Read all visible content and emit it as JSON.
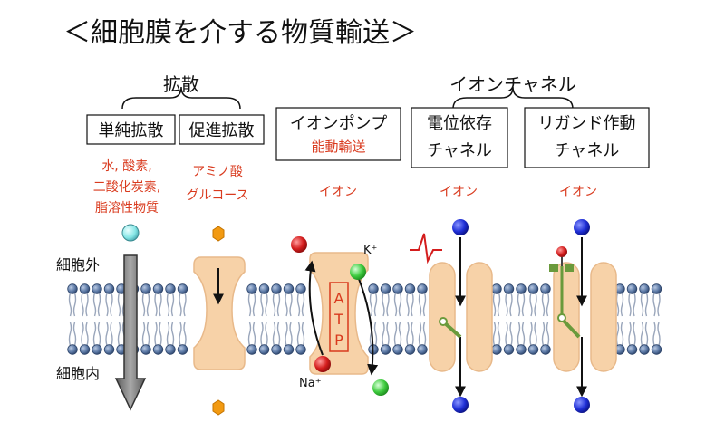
{
  "title": "＜細胞膜を介する物質輸送＞",
  "diffusion_group": "拡散",
  "channel_group": "イオンチャネル",
  "boxes": {
    "simple": "単純拡散",
    "facilitated": "促進拡散",
    "pump_line1": "イオンポンプ",
    "pump_line2": "能動輸送",
    "voltage_line1": "電位依存",
    "voltage_line2": "チャネル",
    "ligand_line1": "リガンド作動",
    "ligand_line2": "チャネル"
  },
  "substances": {
    "simple_1": "水, 酸素,",
    "simple_2": "二酸化炭素,",
    "simple_3": "脂溶性物質",
    "facilitated_1": "アミノ酸",
    "facilitated_2": "グルコース",
    "pump": "イオン",
    "voltage": "イオン",
    "ligand": "イオン"
  },
  "labels": {
    "outside": "細胞外",
    "inside": "細胞内",
    "atp_a": "A",
    "atp_t": "T",
    "atp_p": "P",
    "k_ion": "K⁺",
    "na_ion": "Na⁺"
  },
  "colors": {
    "text": "#111111",
    "red_text": "#d93a1e",
    "protein": "#f7d2a8",
    "protein_stroke": "#e8b98a",
    "lipid_head": "#5d7aa6",
    "lipid_head_stroke": "#2e456b",
    "ion_blue": "#1f2fd6",
    "ion_red": "#d41d1d",
    "ion_green": "#3ecb3e",
    "ion_cyan": "#86e6e6",
    "hexagon": "#f29a12",
    "gate_green": "#6a9a3c",
    "arrow_gray": "#8a8a8a"
  }
}
